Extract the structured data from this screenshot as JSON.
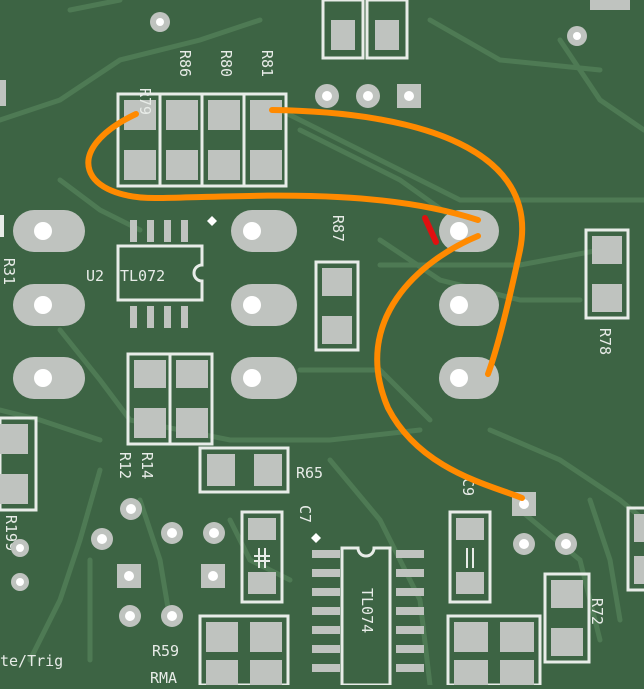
{
  "silkscreen": {
    "r79": "R79",
    "r86": "R86",
    "r80": "R80",
    "r81": "R81",
    "r87": "R87",
    "r31": "R31",
    "u2_ref": "U2",
    "u2_value": "TL072",
    "r78": "R78",
    "r14": "R14",
    "r12": "R12",
    "r65": "R65",
    "r199": "R199",
    "c7": "C7",
    "c9": "C9",
    "tl074": "TL074",
    "r72": "R72",
    "r59": "R59",
    "rma": "RMA",
    "gate_trig": "te/Trig"
  },
  "colors": {
    "board": "#3d6444",
    "trace": "#4f7a55",
    "pad": "#bfc3bf",
    "silk": "#e8ece8",
    "ratsnest": "#ff8a00",
    "marker": "#e01010"
  }
}
